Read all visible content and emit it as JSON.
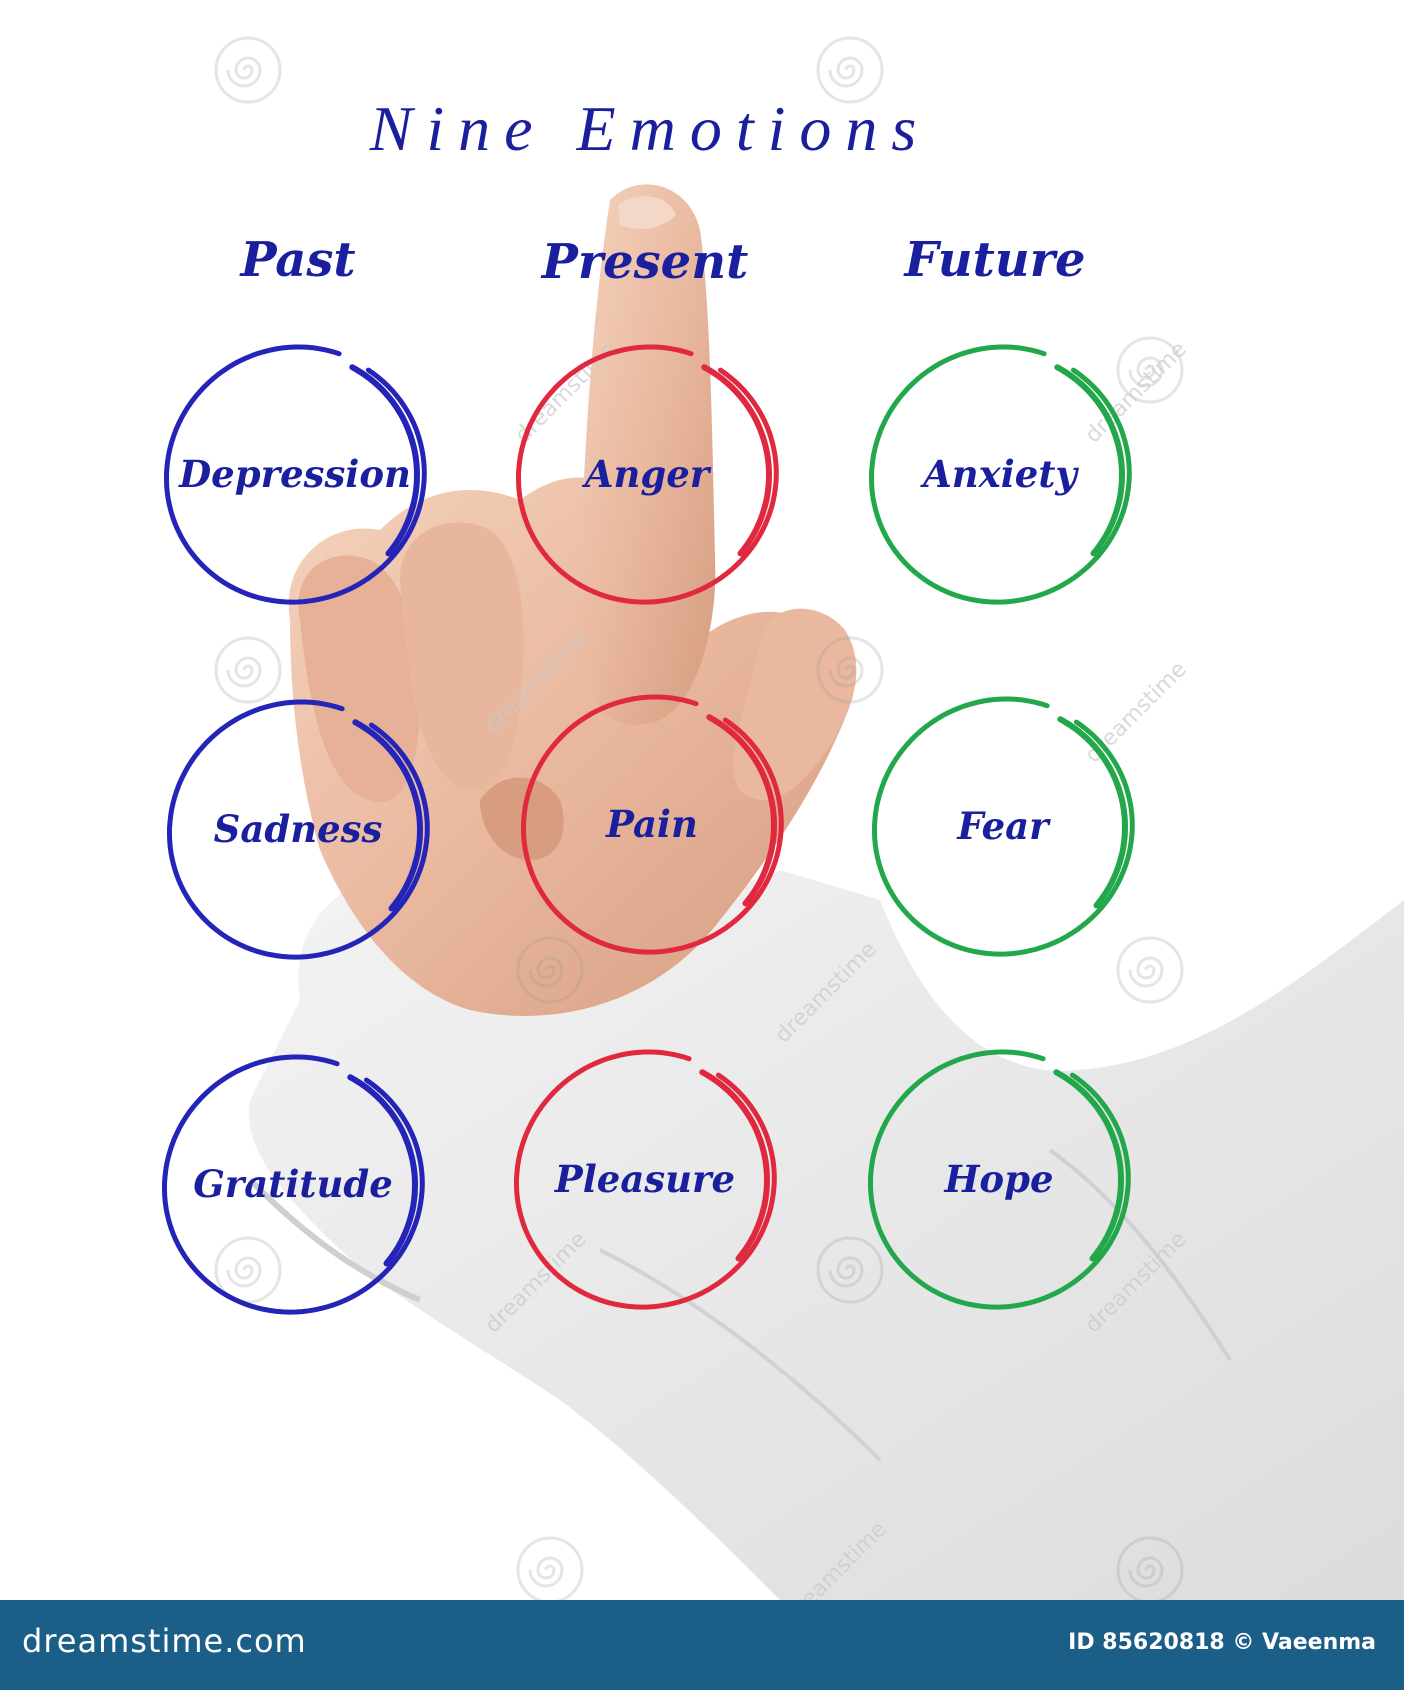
{
  "title": "Nine Emotions",
  "columns": [
    {
      "label": "Past",
      "color": "#2424b8"
    },
    {
      "label": "Present",
      "color": "#e0293e"
    },
    {
      "label": "Future",
      "color": "#22a84a"
    }
  ],
  "text_color": "#1a1f9e",
  "emotions": {
    "past": [
      "Depression",
      "Sadness",
      "Gratitude"
    ],
    "present": [
      "Anger",
      "Pain",
      "Pleasure"
    ],
    "future": [
      "Anxiety",
      "Fear",
      "Hope"
    ]
  },
  "watermark": "dreamstime",
  "footer": {
    "brand": "dreamstime.com",
    "id_text": "ID 85620818 © Vaeenma",
    "background": "#1b5e87"
  },
  "icons": {
    "swirl": "dreamstime-swirl-icon",
    "hand": "pointing-hand-image"
  }
}
